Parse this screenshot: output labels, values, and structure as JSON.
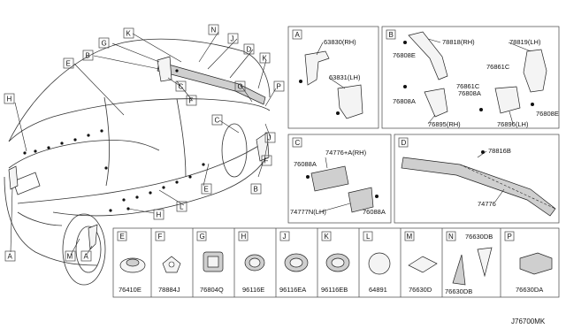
{
  "main_callouts": [
    "A",
    "B",
    "C",
    "D",
    "E",
    "F",
    "G",
    "H",
    "J",
    "K",
    "L",
    "M",
    "N",
    "P"
  ],
  "overview": {
    "labels": {
      "G": "G",
      "K": "K",
      "N": "N",
      "J": "J",
      "D": "D",
      "B": "B",
      "E": "E",
      "H": "H",
      "C": "C",
      "F": "F",
      "P": "P",
      "L": "L",
      "M": "M",
      "A": "A"
    }
  },
  "panel_a": {
    "letter": "A",
    "part_rh": "63830(RH)",
    "part_lh": "63831(LH)"
  },
  "panel_b": {
    "letter": "B",
    "parts": [
      "78818(RH)",
      "78819(LH)",
      "76808E",
      "76861C",
      "76861C",
      "76808A",
      "76808A",
      "76895(RH)",
      "76896(LH)",
      "76808E"
    ]
  },
  "panel_c": {
    "letter": "C",
    "parts": [
      "74776+A(RH)",
      "76088A",
      "74777N(LH)",
      "76088A"
    ]
  },
  "panel_d": {
    "letter": "D",
    "parts": [
      "78816B",
      "74776"
    ]
  },
  "bottom_panels": [
    {
      "letter": "E",
      "part": "76410E"
    },
    {
      "letter": "F",
      "part": "78884J"
    },
    {
      "letter": "G",
      "part": "76804Q"
    },
    {
      "letter": "H",
      "part": "96116E"
    },
    {
      "letter": "J",
      "part": "96116EA"
    },
    {
      "letter": "K",
      "part": "96116EB"
    },
    {
      "letter": "L",
      "part": "64891"
    },
    {
      "letter": "M",
      "part": "76630D"
    },
    {
      "letter": "N",
      "part_top": "76630DB",
      "part_bottom": "76630DB"
    },
    {
      "letter": "P",
      "part": "76630DA"
    }
  ],
  "diagram_code": "J76700MK"
}
